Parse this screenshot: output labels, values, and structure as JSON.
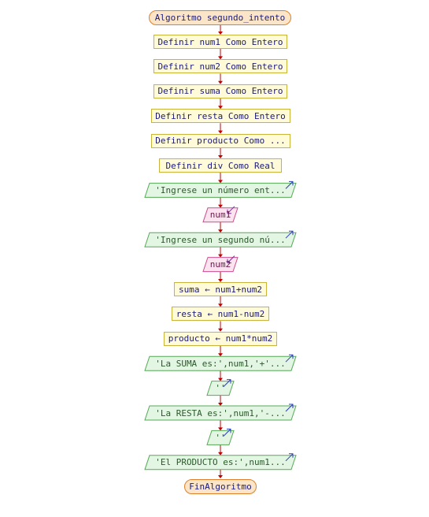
{
  "diagram": {
    "title": "Algoritmo segundo_intento",
    "end": "FinAlgoritmo",
    "steps": [
      {
        "kind": "proc",
        "text": "Definir num1 Como Entero"
      },
      {
        "kind": "proc",
        "text": "Definir num2 Como Entero"
      },
      {
        "kind": "proc",
        "text": "Definir suma Como Entero"
      },
      {
        "kind": "proc",
        "text": "Definir resta Como Entero"
      },
      {
        "kind": "proc",
        "text": "Definir producto Como ..."
      },
      {
        "kind": "proc",
        "text": "Definir div Como Real"
      },
      {
        "kind": "out",
        "text": "'Ingrese un número ent..."
      },
      {
        "kind": "in",
        "text": "num1"
      },
      {
        "kind": "out",
        "text": "'Ingrese un segundo nú..."
      },
      {
        "kind": "in",
        "text": "num2"
      },
      {
        "kind": "proc",
        "text": "suma ← num1+num2"
      },
      {
        "kind": "proc",
        "text": "resta ← num1-num2"
      },
      {
        "kind": "proc",
        "text": "producto ← num1*num2"
      },
      {
        "kind": "out",
        "text": "'La SUMA es:',num1,'+'..."
      },
      {
        "kind": "out",
        "text": "''"
      },
      {
        "kind": "out",
        "text": "'La RESTA es:',num1,'-..."
      },
      {
        "kind": "out",
        "text": "''"
      },
      {
        "kind": "out",
        "text": "'El PRODUCTO es:',num1..."
      }
    ]
  },
  "colors": {
    "terminal_fill": "#fbe5c8",
    "terminal_border": "#e0802a",
    "process_fill": "#fffbd9",
    "process_border": "#c9b33a",
    "output_fill": "#e3f5e3",
    "output_border": "#55aa55",
    "input_fill": "#fbe3ef",
    "input_border": "#cc4d8f",
    "arrow": "#c00000",
    "text": "#1a1a7a",
    "output_text": "#2a5a2a",
    "input_text": "#6a1a4a"
  }
}
